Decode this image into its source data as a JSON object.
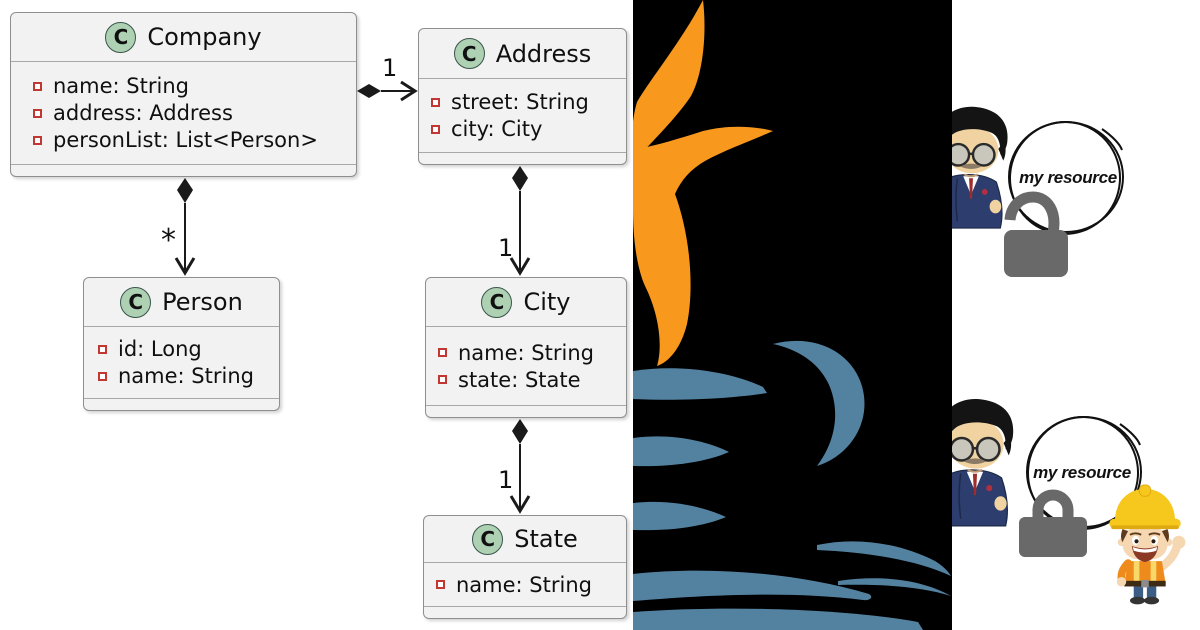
{
  "uml": {
    "classes": [
      {
        "icon": "C",
        "name": "Company",
        "attributes": [
          "name: String",
          "address: Address",
          "personList: List<Person>"
        ]
      },
      {
        "icon": "C",
        "name": "Address",
        "attributes": [
          "street: String",
          "city: City"
        ]
      },
      {
        "icon": "C",
        "name": "Person",
        "attributes": [
          "id: Long",
          "name: String"
        ]
      },
      {
        "icon": "C",
        "name": "City",
        "attributes": [
          "name: String",
          "state: State"
        ]
      },
      {
        "icon": "C",
        "name": "State",
        "attributes": [
          "name: String"
        ]
      }
    ],
    "relations": [
      {
        "from": "Company",
        "to": "Address",
        "type": "composition",
        "label": "1"
      },
      {
        "from": "Company",
        "to": "Person",
        "type": "composition",
        "label": "*"
      },
      {
        "from": "Address",
        "to": "City",
        "type": "composition",
        "label": "1"
      },
      {
        "from": "City",
        "to": "State",
        "type": "composition",
        "label": "1"
      }
    ],
    "colors": {
      "box_fill": "#f2f2f2",
      "box_border": "#8f8f8f",
      "circle_fill": "#add1b2",
      "field_icon": "#c13832"
    }
  },
  "java_logo": {
    "name": "java-logo",
    "colors": {
      "background": "#000000",
      "steam_orange": "#f8981d",
      "cup_blue": "#5382a1"
    }
  },
  "resource": {
    "groups": [
      {
        "label": "my resource",
        "lock": "unlocked"
      },
      {
        "label": "my resource",
        "lock": "locked"
      }
    ],
    "colors": {
      "lock_gray": "#696969",
      "circle_ink": "#111111"
    }
  }
}
